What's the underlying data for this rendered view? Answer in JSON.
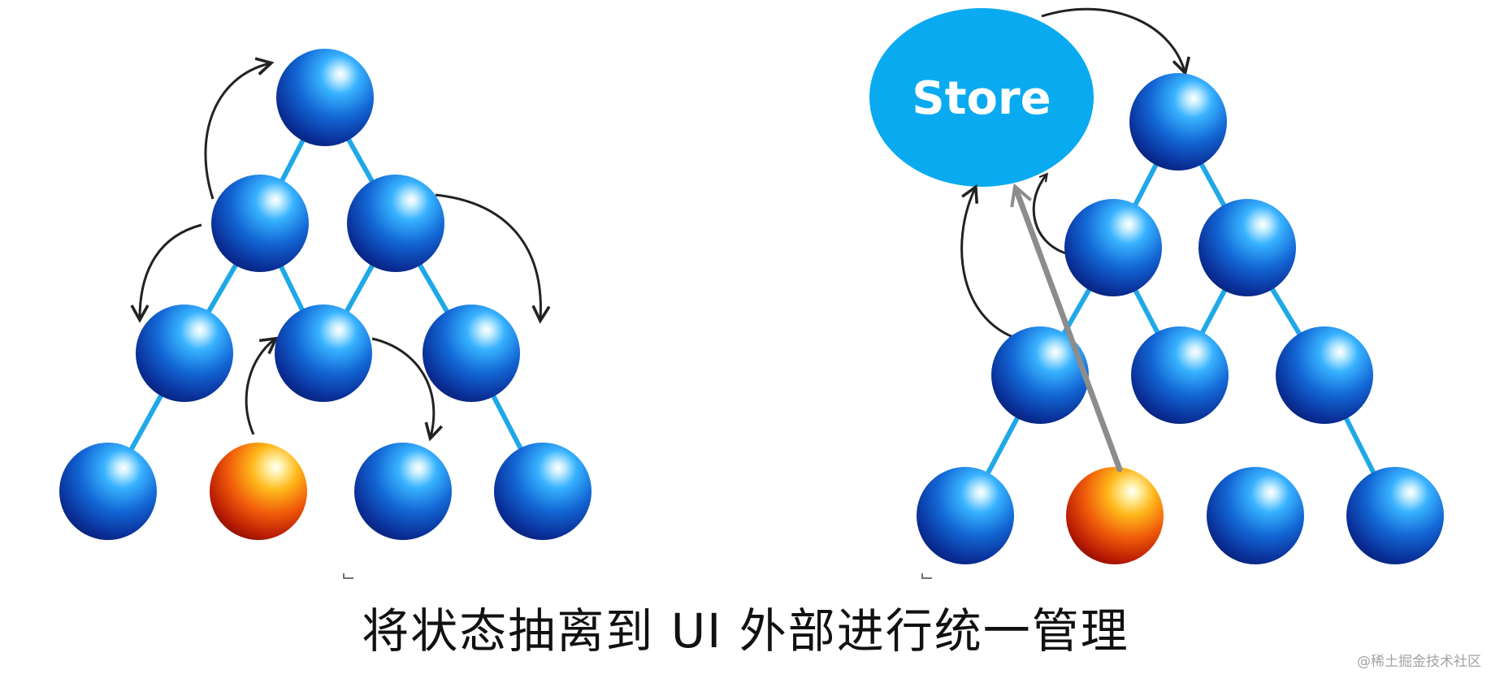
{
  "caption": "将状态抽离到 UI 外部进行统一管理",
  "watermark": "@稀土掘金技术社区",
  "store": {
    "label": "Store",
    "color": "#0aaaf0"
  },
  "colors": {
    "node_blue": "#1266d4",
    "node_orange": "#f05a0a",
    "edge": "#1fa8e8",
    "arrow": "#222222",
    "direct_arrow": "#8c8c8c"
  },
  "left_tree": {
    "nodes": [
      {
        "id": "L0",
        "kind": "blue"
      },
      {
        "id": "L1a",
        "kind": "blue"
      },
      {
        "id": "L1b",
        "kind": "blue"
      },
      {
        "id": "L2a",
        "kind": "blue"
      },
      {
        "id": "L2b",
        "kind": "blue"
      },
      {
        "id": "L2c",
        "kind": "blue"
      },
      {
        "id": "L3a",
        "kind": "blue"
      },
      {
        "id": "L3b",
        "kind": "orange"
      },
      {
        "id": "L3c",
        "kind": "blue"
      },
      {
        "id": "L3d",
        "kind": "blue"
      }
    ]
  },
  "right_tree": {
    "nodes": [
      {
        "id": "R0",
        "kind": "blue"
      },
      {
        "id": "R1a",
        "kind": "blue"
      },
      {
        "id": "R1b",
        "kind": "blue"
      },
      {
        "id": "R2a",
        "kind": "blue"
      },
      {
        "id": "R2b",
        "kind": "blue"
      },
      {
        "id": "R2c",
        "kind": "blue"
      },
      {
        "id": "R3a",
        "kind": "blue"
      },
      {
        "id": "R3b",
        "kind": "orange"
      },
      {
        "id": "R3c",
        "kind": "blue"
      },
      {
        "id": "R3d",
        "kind": "blue"
      }
    ]
  }
}
